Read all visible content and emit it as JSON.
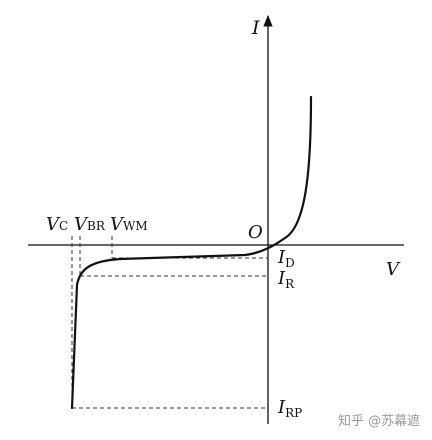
{
  "colors": {
    "ink": "#111111",
    "dash": "#333333",
    "watermark": "#9a9a9a",
    "background": "#ffffff"
  },
  "axes": {
    "y_label": "I",
    "x_label": "V",
    "origin_label": "O"
  },
  "voltage_labels": [
    {
      "main": "V",
      "sub": "C"
    },
    {
      "main": "V",
      "sub": "BR"
    },
    {
      "main": "V",
      "sub": "WM"
    }
  ],
  "current_labels": [
    {
      "main": "I",
      "sub": "D"
    },
    {
      "main": "I",
      "sub": "R"
    },
    {
      "main": "I",
      "sub": "RP"
    }
  ],
  "watermark": "知乎 @苏幕遮"
}
